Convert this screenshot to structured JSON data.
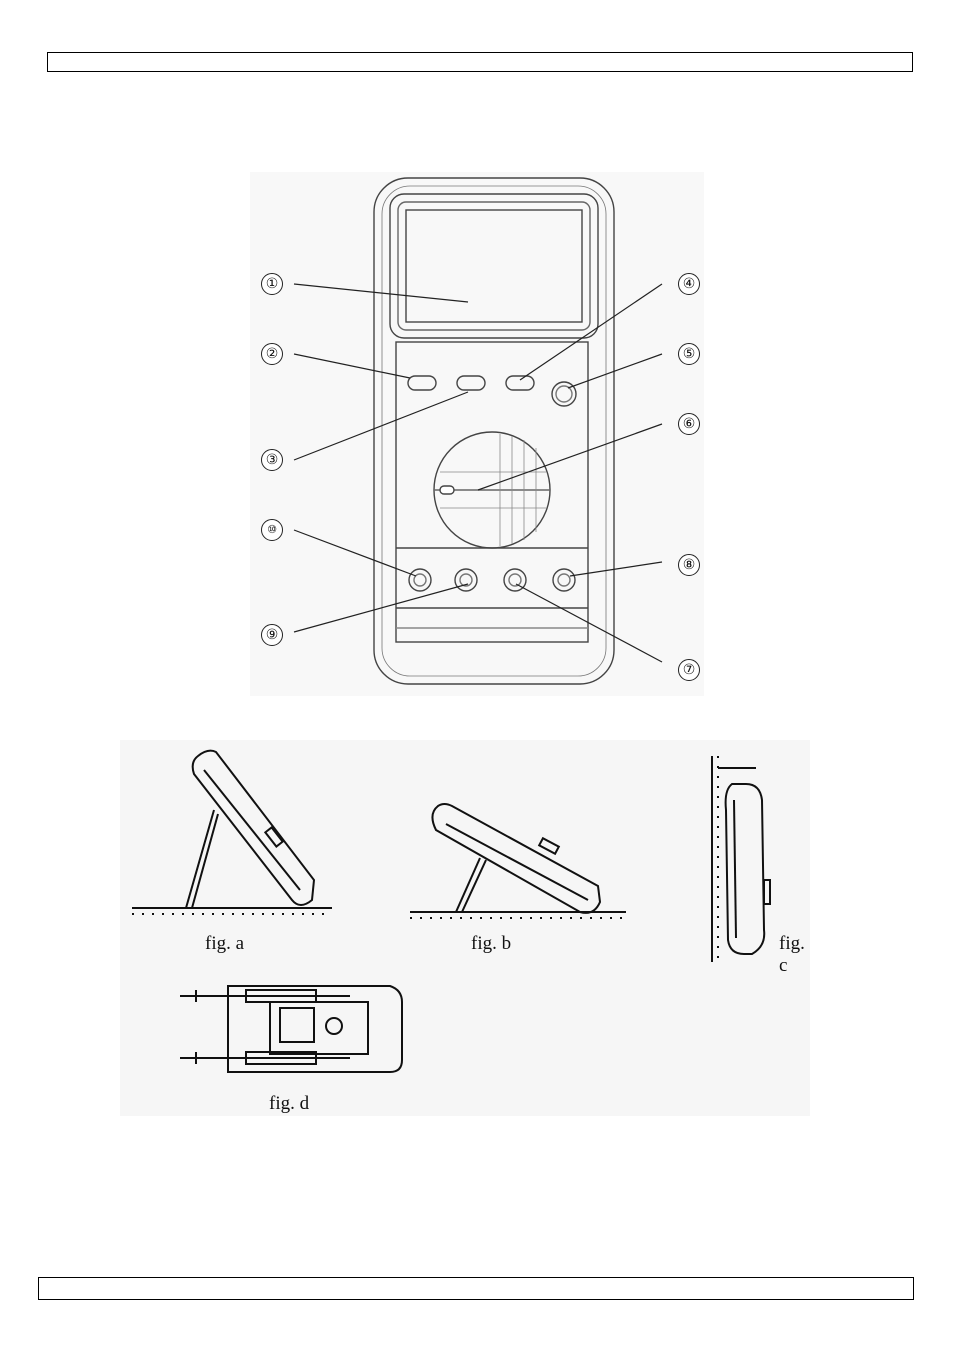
{
  "header": {
    "text": ""
  },
  "footer": {
    "text": ""
  },
  "meter_callouts": [
    {
      "id": "1",
      "label": "①"
    },
    {
      "id": "2",
      "label": "②"
    },
    {
      "id": "3",
      "label": "③"
    },
    {
      "id": "4",
      "label": "④"
    },
    {
      "id": "5",
      "label": "⑤"
    },
    {
      "id": "6",
      "label": "⑥"
    },
    {
      "id": "7",
      "label": "⑦"
    },
    {
      "id": "8",
      "label": "⑧"
    },
    {
      "id": "9",
      "label": "⑨"
    },
    {
      "id": "10",
      "label": "⑩"
    }
  ],
  "figures": {
    "a": "fig. a",
    "b": "fig. b",
    "c": "fig. c",
    "d": "fig. d"
  }
}
